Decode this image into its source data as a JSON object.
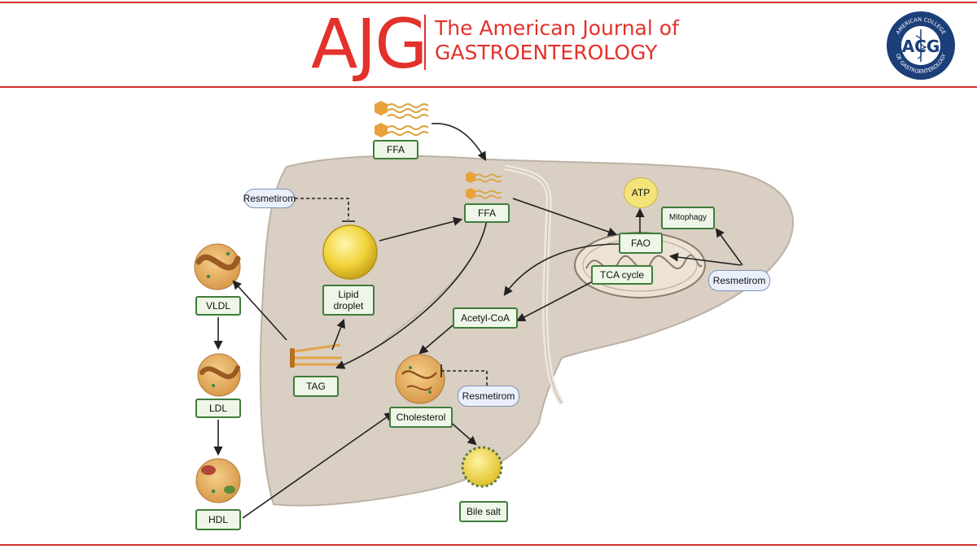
{
  "header": {
    "logo_mark": "AJG",
    "journal_line1": "The American Journal of",
    "journal_line2": "GASTROENTEROLOGY",
    "society_logo_mark": "ACG",
    "society_logo_ring": "AMERICAN COLLEGE · OF GASTROENTEROLOGY"
  },
  "colors": {
    "brand_red": "#e3312b",
    "acg_blue": "#1c3f7a",
    "liver": "#d9cfc3",
    "label_border": "#3f7d3a",
    "label_fill": "#eef6e8",
    "drug_fill": "#eaf0fb"
  },
  "diagram": {
    "ffa_top": "FFA",
    "ffa_liver": "FFA",
    "lipid_droplet": "Lipid droplet",
    "tag": "TAG",
    "acetyl_coa": "Acetyl-CoA",
    "cholesterol": "Cholesterol",
    "bile_salt": "Bile salt",
    "atp": "ATP",
    "fao": "FAO",
    "tca_cycle": "TCA cycle",
    "mitophagy": "Mitophagy",
    "vldl": "VLDL",
    "ldl": "LDL",
    "hdl": "HDL",
    "resmetirom_lipid": "Resmetirom",
    "resmetirom_mito": "Resmetirom",
    "resmetirom_chol": "Resmetirom"
  }
}
